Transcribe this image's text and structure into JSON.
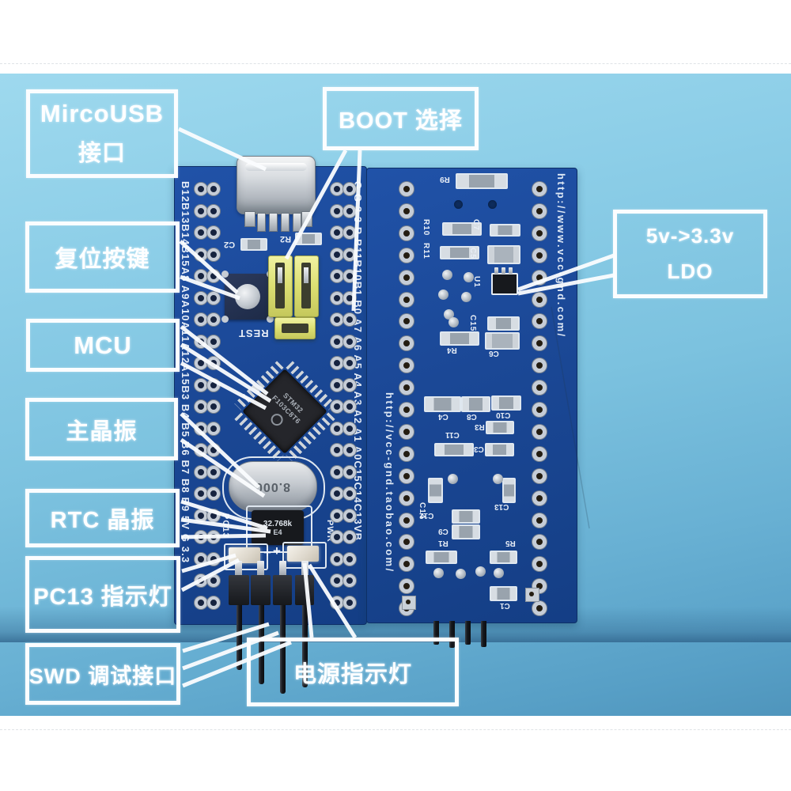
{
  "image_type": "annotated product photo: STM32 minimum system development board, front and back views",
  "colors": {
    "page_background": "#ffffff",
    "photo_background": "#7cc2df",
    "pcb_blue": "#1b4896",
    "silkscreen_white": "#e8eef6",
    "jumper_yellow": "#dcdf72",
    "annotation_white": "#fbfdff"
  },
  "callouts": {
    "microusb": {
      "line1": "MircoUSB",
      "line2": "接口"
    },
    "boot": {
      "label": "BOOT 选择"
    },
    "reset": {
      "label": "复位按键"
    },
    "mcu": {
      "label": "MCU"
    },
    "main_crystal": {
      "label": "主晶振"
    },
    "rtc_crystal": {
      "label": "RTC 晶振"
    },
    "pc13_led": {
      "label": "PC13 指示灯"
    },
    "swd": {
      "label": "SWD 调试接口"
    },
    "power_led": {
      "label": "电源指示灯"
    },
    "ldo": {
      "line1": "5v->3.3v",
      "line2": "LDO"
    }
  },
  "front_board": {
    "left_pin_labels": "B12B13B14B15A8 A9A10A11A12A15B3 B4 B5 B6 B7 B8 B9 5V G 3.3",
    "right_pin_labels": "G G 3.3 R B11B10B1 B0 A7 A6 A5 A4 A3 A2 A1 A0C15C14C13VB",
    "silkscreen": {
      "c2": "C2",
      "r2": "R2",
      "rest": "REST",
      "pc13": "PC13",
      "pwr": "PWR",
      "plus_left": "+",
      "plus_right": "+"
    },
    "mcu_marking_line1": "STM32",
    "mcu_marking_line2": "F103C8T6",
    "crystal_marking": "8.000",
    "rtc_marking_line1": "32.768k",
    "rtc_marking_line2": "E4"
  },
  "back_board": {
    "url_side": "http://www.vcc-gnd.com/",
    "url_center": "http://vcc-gnd.taobao.com/",
    "component_labels": [
      "R9",
      "R10",
      "R11",
      "C7",
      "C5",
      "U1",
      "C15",
      "C6",
      "R4",
      "C4",
      "C8",
      "C10",
      "R3",
      "C11",
      "C3",
      "C14",
      "C13",
      "C12",
      "C9",
      "R1",
      "R5",
      "C1"
    ]
  }
}
